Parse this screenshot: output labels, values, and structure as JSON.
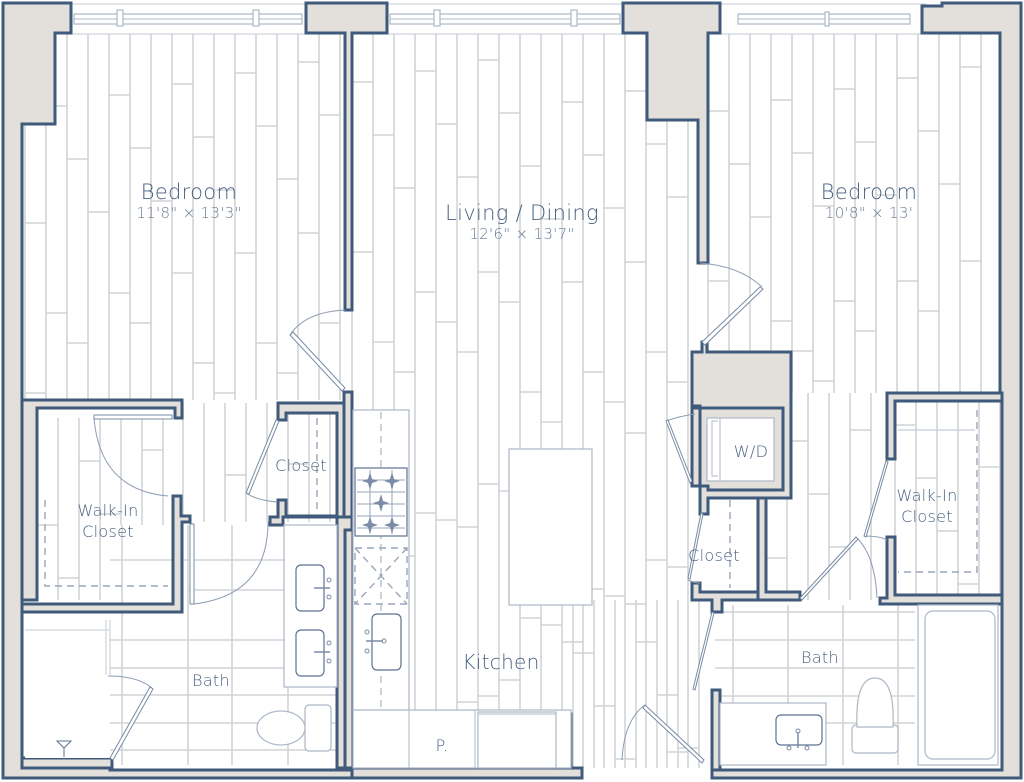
{
  "floor_plan": {
    "rooms": [
      {
        "id": "bedroom-1",
        "name": "Bedroom",
        "dimensions": "11'8\" × 13'3\""
      },
      {
        "id": "living-dining",
        "name": "Living / Dining",
        "dimensions": "12'6\" × 13'7\""
      },
      {
        "id": "bedroom-2",
        "name": "Bedroom",
        "dimensions": "10'8\" × 13'"
      }
    ],
    "spaces": {
      "walk_in_closet_1": "Walk-In\nCloset",
      "walk_in_closet_1_line1": "Walk-In",
      "walk_in_closet_1_line2": "Closet",
      "closet_1": "Closet",
      "bath_1": "Bath",
      "kitchen": "Kitchen",
      "pantry": "P.",
      "washer_dryer": "W/D",
      "closet_2": "Closet",
      "walk_in_closet_2_line1": "Walk-In",
      "walk_in_closet_2_line2": "Closet",
      "bath_2": "Bath"
    },
    "colors": {
      "wall_fill": "#e3dfdb",
      "wall_stroke": "#3f5a7a",
      "label": "#4a6180",
      "floor_lines": "#d2d3d6"
    }
  }
}
